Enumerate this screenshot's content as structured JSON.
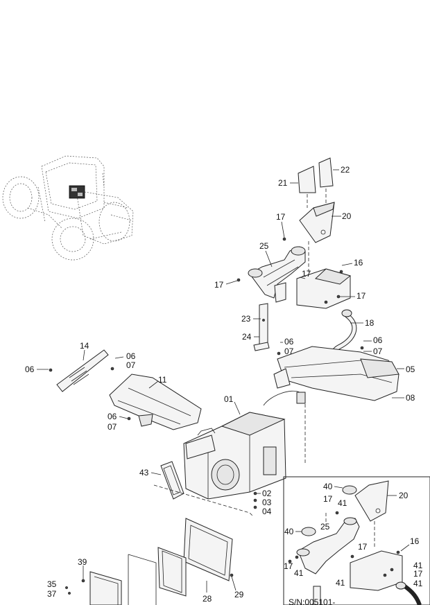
{
  "callouts": [
    {
      "id": "c21",
      "text": "21"
    },
    {
      "id": "c22",
      "text": "22"
    },
    {
      "id": "c20",
      "text": "20"
    },
    {
      "id": "c17a",
      "text": "17"
    },
    {
      "id": "c25",
      "text": "25"
    },
    {
      "id": "c16",
      "text": "16"
    },
    {
      "id": "c17b",
      "text": "17"
    },
    {
      "id": "c17c",
      "text": "17"
    },
    {
      "id": "c17d",
      "text": "17"
    },
    {
      "id": "c23",
      "text": "23"
    },
    {
      "id": "c18",
      "text": "18"
    },
    {
      "id": "c24",
      "text": "24"
    },
    {
      "id": "c06a",
      "text": "06"
    },
    {
      "id": "c07a",
      "text": "07"
    },
    {
      "id": "c06b",
      "text": "06"
    },
    {
      "id": "c07b",
      "text": "07"
    },
    {
      "id": "c05",
      "text": "05"
    },
    {
      "id": "c14",
      "text": "14"
    },
    {
      "id": "c06c",
      "text": "06"
    },
    {
      "id": "c06d",
      "text": "06"
    },
    {
      "id": "c07c",
      "text": "07"
    },
    {
      "id": "c11",
      "text": "11"
    },
    {
      "id": "c01",
      "text": "01"
    },
    {
      "id": "c08",
      "text": "08"
    },
    {
      "id": "c06e",
      "text": "06"
    },
    {
      "id": "c07d",
      "text": "07"
    },
    {
      "id": "c43",
      "text": "43"
    },
    {
      "id": "c02",
      "text": "02"
    },
    {
      "id": "c03",
      "text": "03"
    },
    {
      "id": "c04",
      "text": "04"
    },
    {
      "id": "c28",
      "text": "28"
    },
    {
      "id": "c29",
      "text": "29"
    },
    {
      "id": "c39",
      "text": "39"
    },
    {
      "id": "c35",
      "text": "35"
    },
    {
      "id": "c37",
      "text": "37"
    }
  ],
  "inset": {
    "callouts": [
      {
        "id": "i40a",
        "text": "40"
      },
      {
        "id": "i17a",
        "text": "17"
      },
      {
        "id": "i41a",
        "text": "41"
      },
      {
        "id": "i20",
        "text": "20"
      },
      {
        "id": "i40b",
        "text": "40"
      },
      {
        "id": "i25",
        "text": "25"
      },
      {
        "id": "i16",
        "text": "16"
      },
      {
        "id": "i17b",
        "text": "17"
      },
      {
        "id": "i41b",
        "text": "41"
      },
      {
        "id": "i17c",
        "text": "17"
      },
      {
        "id": "i41c",
        "text": "41"
      },
      {
        "id": "i41d",
        "text": "41"
      },
      {
        "id": "i17d",
        "text": "17"
      },
      {
        "id": "i41e",
        "text": "41"
      }
    ],
    "serial_label": "S/N:005101-"
  }
}
